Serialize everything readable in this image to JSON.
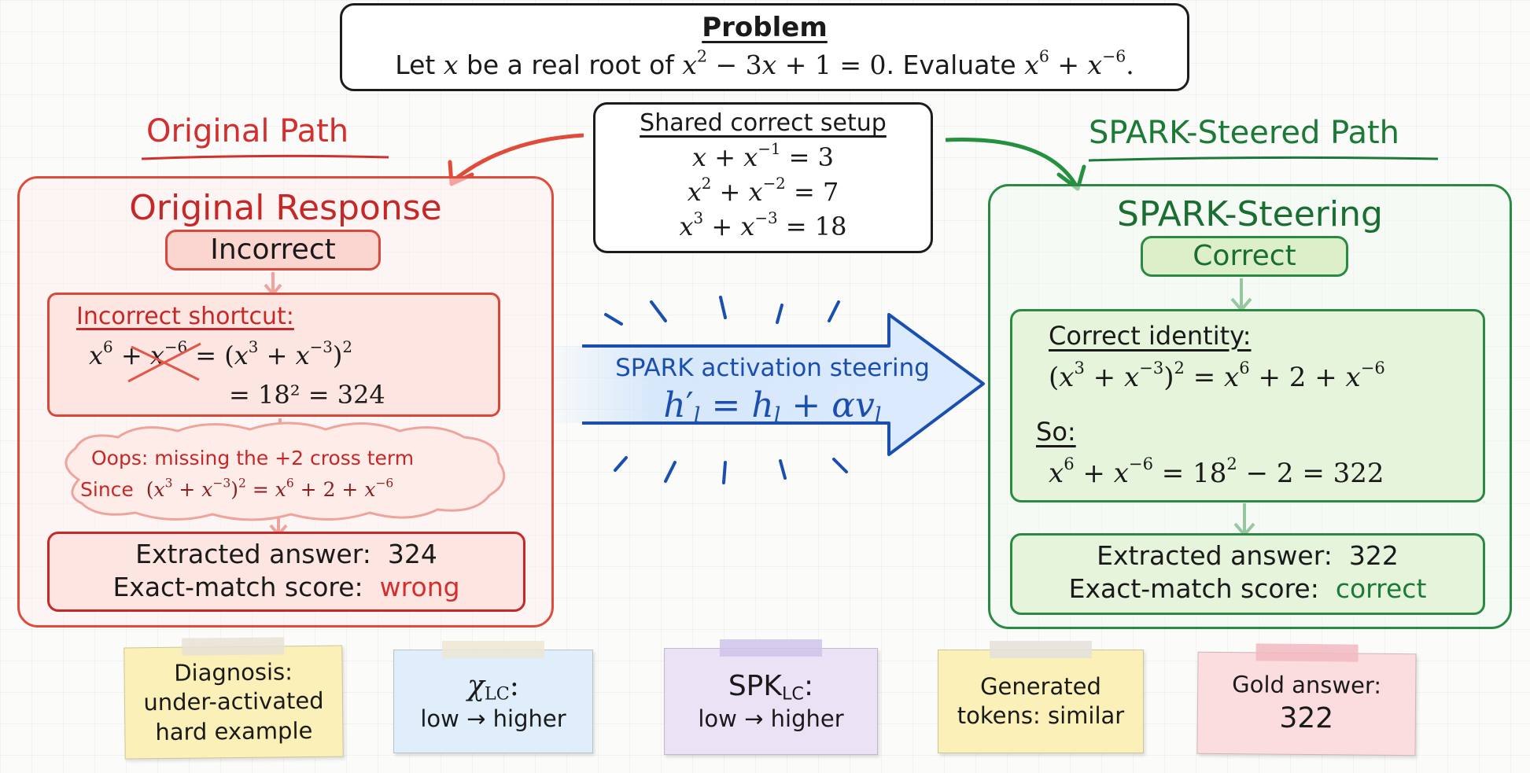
{
  "problem": {
    "title": "Problem",
    "text_prefix": "Let",
    "text_mid": "be a real root of",
    "text_eval": ". Evaluate"
  },
  "setup": {
    "title": "Shared correct setup",
    "eq1_rhs": "3",
    "eq2_rhs": "7",
    "eq3_rhs": "18"
  },
  "original": {
    "path_title": "Original Path",
    "response_title": "Original Response",
    "badge": "Incorrect",
    "shortcut_label": "Incorrect shortcut:",
    "shortcut_result": "= 18² = 324",
    "oops_line1": "Oops: missing the +2 cross term",
    "oops_since": "Since",
    "answer_label": "Extracted answer:",
    "answer_value": "324",
    "score_label": "Exact-match score:",
    "score_value": "wrong"
  },
  "steering": {
    "label": "SPARK activation steering"
  },
  "spark": {
    "path_title": "SPARK-Steered Path",
    "title": "SPARK-Steering",
    "badge": "Correct",
    "identity_label": "Correct identity:",
    "so_label": "So:",
    "answer_label": "Extracted answer:",
    "answer_value": "322",
    "score_label": "Exact-match score:",
    "score_value": "correct"
  },
  "notes": {
    "diagnosis_title": "Diagnosis:",
    "diagnosis_line2": "under-activated",
    "diagnosis_line3": "hard example",
    "chi_change": "low → higher",
    "spk_change": "low → higher",
    "tokens_line1": "Generated",
    "tokens_line2": "tokens: similar",
    "gold_label": "Gold answer:",
    "gold_value": "322"
  },
  "colors": {
    "red": "#d32f2f",
    "green": "#1b7a36",
    "blue": "#1a4fb0"
  }
}
